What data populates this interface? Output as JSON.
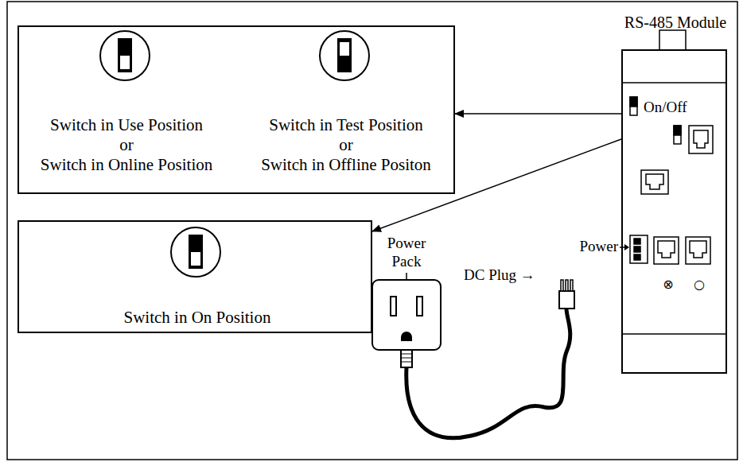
{
  "diagram": {
    "nodes": [
      {
        "text": [
          "Switch in Use Position",
          "or",
          "Switch in Online Position",
          "Switch in Test Position",
          "or",
          "Switch in Offline Positon"
        ]
      },
      {
        "text": [
          "Switch in On Position"
        ]
      },
      {
        "text": [
          "RS-485 Module",
          "On/Off",
          "⊗",
          "○"
        ]
      }
    ],
    "edges": [
      {
        "from": 2,
        "to": 0,
        "arrow": "to"
      },
      {
        "from": 2,
        "to": 1,
        "arrow": "to"
      }
    ],
    "labels": [
      "Power",
      "Power Pack",
      "DC Plug →"
    ]
  }
}
